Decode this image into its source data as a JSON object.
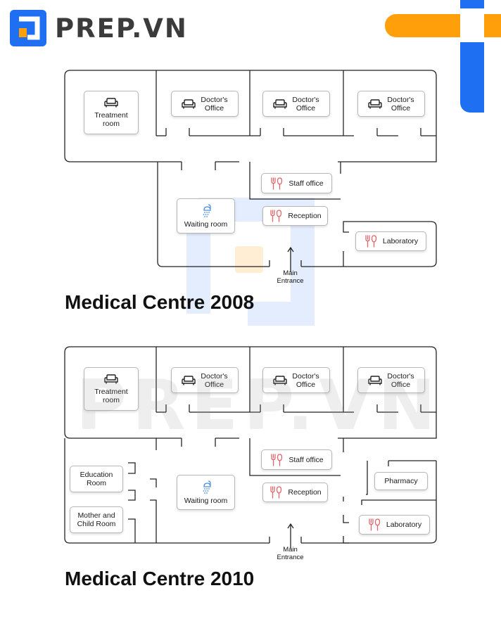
{
  "brand": {
    "name": "PREP.VN",
    "watermark": "PREP.VN",
    "colors": {
      "blue": "#1f6ff2",
      "orange": "#ffa00a",
      "accent_red": "#e0646a",
      "accent_blue": "#4a8fe0"
    }
  },
  "plan_2008": {
    "title": "Medical Centre 2008",
    "rooms": {
      "treatment": {
        "line1": "Treatment",
        "line2": "room",
        "icon": "sofa-icon"
      },
      "doctor1": {
        "line1": "Doctor's",
        "line2": "Office",
        "icon": "sofa-icon"
      },
      "doctor2": {
        "line1": "Doctor's",
        "line2": "Office",
        "icon": "sofa-icon"
      },
      "doctor3": {
        "line1": "Doctor's",
        "line2": "Office",
        "icon": "sofa-icon"
      },
      "staff": {
        "label": "Staff office",
        "icon": "cutlery-icon"
      },
      "waiting": {
        "label": "Waiting room",
        "icon": "shower-icon"
      },
      "reception": {
        "label": "Reception",
        "icon": "cutlery-icon"
      },
      "laboratory": {
        "label": "Laboratory",
        "icon": "cutlery-icon"
      }
    },
    "entrance": {
      "line1": "Main",
      "line2": "Entrance"
    }
  },
  "plan_2010": {
    "title": "Medical Centre 2010",
    "rooms": {
      "treatment": {
        "line1": "Treatment",
        "line2": "room",
        "icon": "sofa-icon"
      },
      "doctor1": {
        "line1": "Doctor's",
        "line2": "Office",
        "icon": "sofa-icon"
      },
      "doctor2": {
        "line1": "Doctor's",
        "line2": "Office",
        "icon": "sofa-icon"
      },
      "doctor3": {
        "line1": "Doctor's",
        "line2": "Office",
        "icon": "sofa-icon"
      },
      "staff": {
        "label": "Staff office",
        "icon": "cutlery-icon"
      },
      "education": {
        "line1": "Education",
        "line2": "Room"
      },
      "mother": {
        "line1": "Mother and",
        "line2": "Child Room"
      },
      "waiting": {
        "label": "Waiting room",
        "icon": "shower-icon"
      },
      "reception": {
        "label": "Reception",
        "icon": "cutlery-icon"
      },
      "pharmacy": {
        "label": "Pharmacy"
      },
      "laboratory": {
        "label": "Laboratory",
        "icon": "cutlery-icon"
      }
    },
    "entrance": {
      "line1": "Main",
      "line2": "Entrance"
    }
  }
}
